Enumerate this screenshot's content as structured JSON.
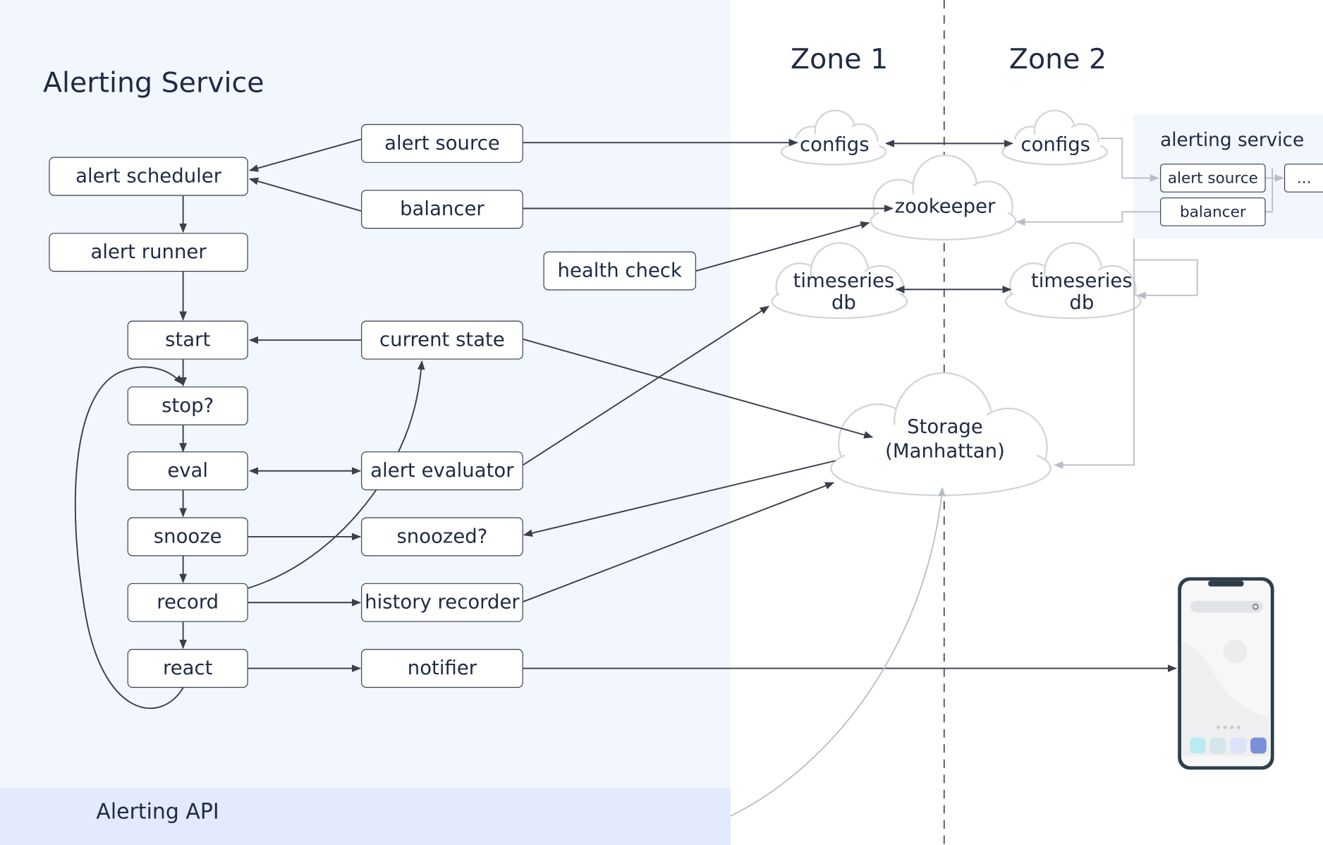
{
  "titles": {
    "service": "Alerting Service",
    "api": "Alerting API",
    "zone1": "Zone 1",
    "zone2": "Zone 2"
  },
  "flow": {
    "alert_scheduler": "alert scheduler",
    "alert_runner": "alert runner",
    "start": "start",
    "stop": "stop?",
    "eval": "eval",
    "snooze": "snooze",
    "record": "record",
    "react": "react"
  },
  "components": {
    "alert_source": "alert source",
    "balancer": "balancer",
    "health_check": "health check",
    "current_state": "current state",
    "alert_evaluator": "alert evaluator",
    "snoozed": "snoozed?",
    "history_recorder": "history recorder",
    "notifier": "notifier"
  },
  "clouds": {
    "configs_z1": "configs",
    "configs_z2": "configs",
    "zookeeper": "zookeeper",
    "tsdb_z1_line1": "timeseries",
    "tsdb_z1_line2": "db",
    "tsdb_z2_line1": "timeseries",
    "tsdb_z2_line2": "db",
    "storage_line1": "Storage",
    "storage_line2": "(Manhattan)"
  },
  "remote_service": {
    "title": "alerting service",
    "alert_source": "alert source",
    "balancer": "balancer",
    "more": "..."
  },
  "phone": {
    "icon": "smartphone-icon"
  },
  "colors": {
    "service_bg": "#f2f6fd",
    "api_bg": "#e2eafb",
    "text": "#1f2a44",
    "arrow": "#3a3f4a",
    "arrow_light": "#b9bdc4"
  }
}
